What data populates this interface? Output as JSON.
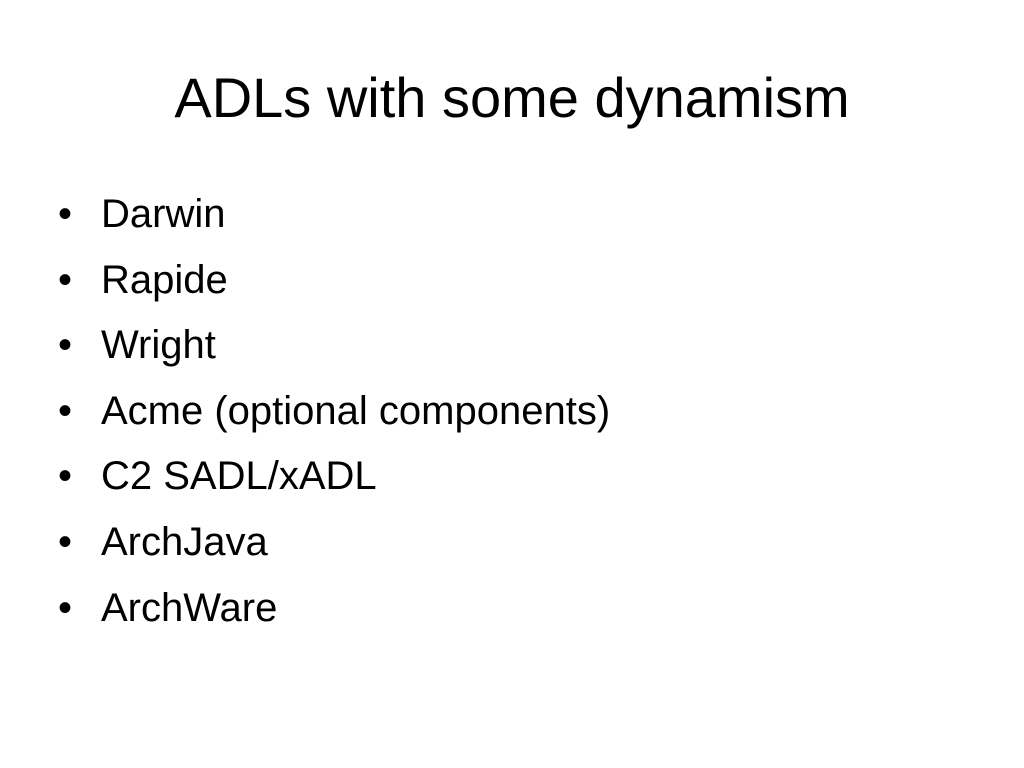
{
  "slide": {
    "title": "ADLs with some dynamism",
    "bullet_char": "•",
    "items": [
      "Darwin",
      "Rapide",
      "Wright",
      "Acme (optional components)",
      "C2 SADL/xADL",
      "ArchJava",
      "ArchWare"
    ]
  },
  "colors": {
    "background": "#ffffff",
    "text": "#000000"
  }
}
